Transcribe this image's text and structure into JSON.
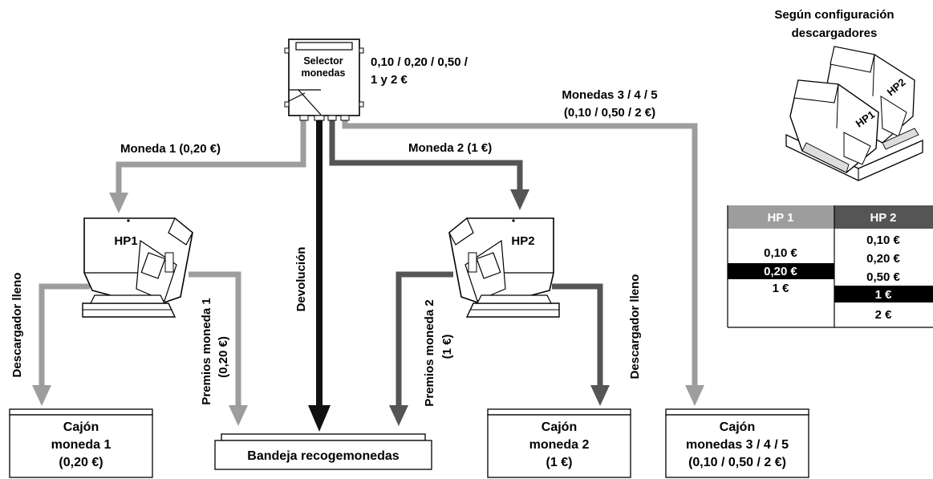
{
  "selector": {
    "label_line1": "Selector",
    "label_line2": "monedas",
    "accepted_line1": "0,10 / 0,20 / 0,50 /",
    "accepted_line2": "1 y 2 €"
  },
  "config": {
    "title_line1": "Según configuración",
    "title_line2": "descargadores",
    "hopper1_label": "HP1",
    "hopper2_label": "HP2"
  },
  "flows": {
    "coin1": "Moneda 1 (0,20 €)",
    "coin2": "Moneda 2 (1 €)",
    "coins345_line1": "Monedas 3 / 4 / 5",
    "coins345_line2": "(0,10 / 0,50 / 2 €)",
    "return": "Devolución",
    "full1": "Descargador lleno",
    "full2": "Descargador lleno",
    "prize1_line1": "Premios moneda 1",
    "prize1_line2": "(0,20 €)",
    "prize2_line1": "Premios moneda 2",
    "prize2_line2": "(1 €)"
  },
  "hoppers": {
    "hp1": "HP1",
    "hp2": "HP2"
  },
  "boxes": {
    "box1_line1": "Cajón",
    "box1_line2": "moneda 1",
    "box1_line3": "(0,20 €)",
    "tray": "Bandeja recogemonedas",
    "box2_line1": "Cajón",
    "box2_line2": "moneda 2",
    "box2_line3": "(1 €)",
    "box3_line1": "Cajón",
    "box3_line2": "monedas 3 / 4 / 5",
    "box3_line3": "(0,10 / 0,50 / 2 €)"
  },
  "table": {
    "hp1_header": "HP 1",
    "hp2_header": "HP 2",
    "hp1_values": [
      "0,10 €",
      "0,20 €",
      "1 €"
    ],
    "hp2_values": [
      "0,10 €",
      "0,20 €",
      "0,50 €",
      "1 €",
      "2 €"
    ]
  },
  "colors": {
    "light_flow": "#9d9d9d",
    "dark_flow": "#555555",
    "return_flow": "#111111",
    "hp1_header_bg": "#9d9d9d",
    "hp2_header_bg": "#555555"
  }
}
